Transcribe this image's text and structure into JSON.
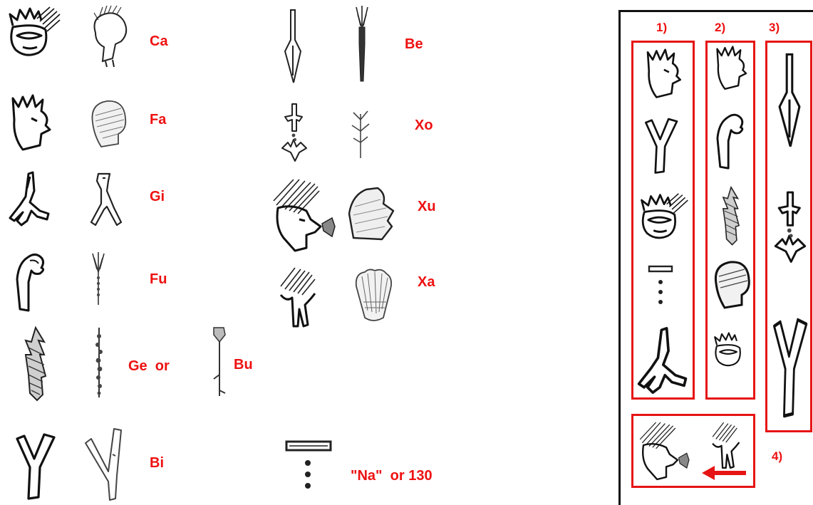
{
  "colors": {
    "label": "#ee1111",
    "box": "#e61414",
    "ink": "#111111"
  },
  "left_labels": {
    "ca": "Ca",
    "fa": "Fa",
    "gi": "Gi",
    "fu": "Fu",
    "ge_or": "Ge  or",
    "bu": "Bu",
    "bi": "Bi"
  },
  "middle_labels": {
    "be": "Be",
    "xo": "Xo",
    "xu": "Xu",
    "xa": "Xa",
    "na": "\"Na\"  or 130"
  },
  "panel": {
    "group1": "1)",
    "group2": "2)",
    "group3": "3)",
    "group4": "4)"
  },
  "glyph_names": [
    "face-with-hatched-crest",
    "head-with-crest",
    "crowned-face",
    "hatched-head",
    "branching-root",
    "forked-stick",
    "bent-hand",
    "feather-stick",
    "hatched-arrow",
    "dotted-staff",
    "knobbed-staff",
    "forked-branch",
    "leaning-fork",
    "spearhead",
    "plume-stick",
    "lily-on-stand",
    "sprout",
    "face-blowing",
    "hatched-cloud",
    "hatched-tree",
    "shell",
    "bar-and-dots"
  ]
}
